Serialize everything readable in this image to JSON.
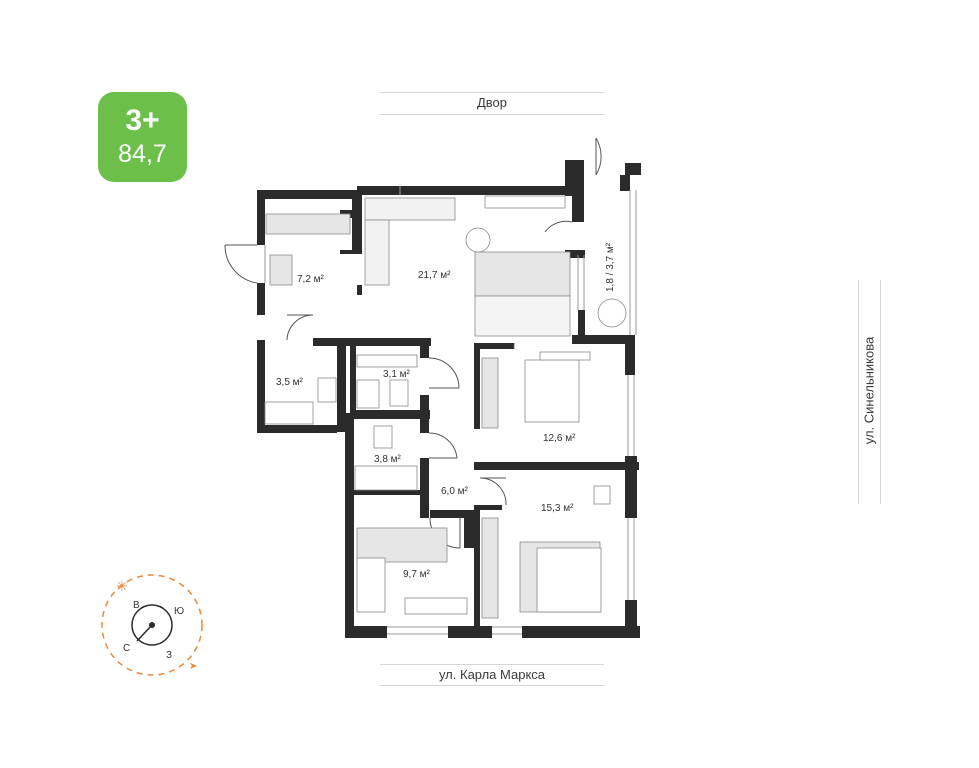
{
  "badge": {
    "rooms": "3+",
    "area": "84,7"
  },
  "streets": {
    "top": "Двор",
    "bottom": "ул. Карла Маркса",
    "right": "ул. Синельникова"
  },
  "rooms": {
    "hall": "7,2 м²",
    "kitchen_living": "21,7 м²",
    "balcony": "1,8 / 3,7 м²",
    "wardrobe": "3,5 м²",
    "wc": "3,1 м²",
    "bathroom": "3,8 м²",
    "corridor": "6,0 м²",
    "bedroom_1": "12,6 м²",
    "bedroom_2": "15,3 м²",
    "bedroom_3": "9,7 м²"
  },
  "compass": {
    "north": "С",
    "east": "В",
    "south": "Ю",
    "west": "З"
  },
  "colors": {
    "badge": "#6cc04a",
    "walls": "#2b2b2b",
    "accent": "#e9893a",
    "furniture_fill": "#e6e6e6"
  }
}
